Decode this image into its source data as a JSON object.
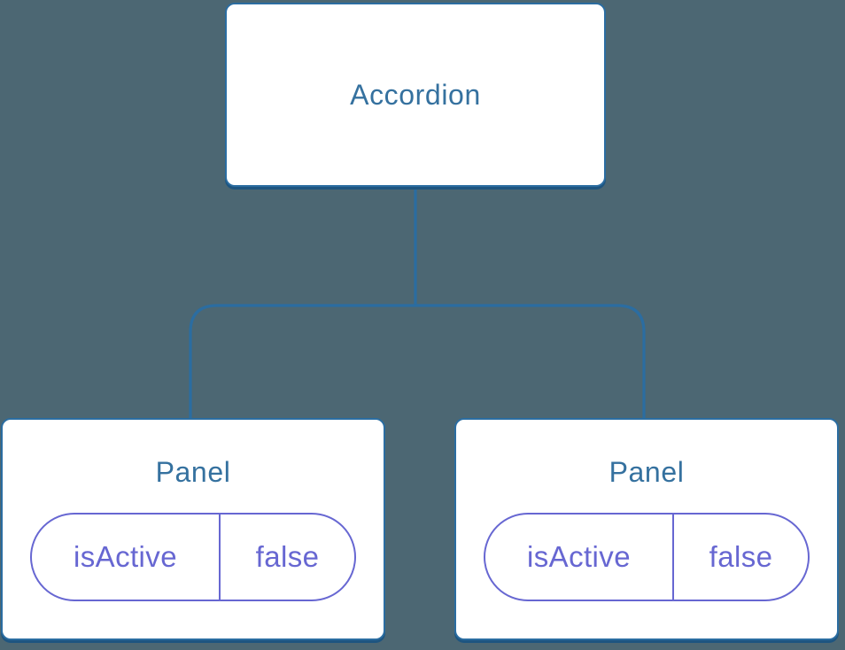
{
  "colors": {
    "background": "#4C6773",
    "card-bg": "#FFFFFF",
    "card-border": "#2B6DA1",
    "card-shadow": "#1E5580",
    "connector": "#2B6DA1",
    "title-text": "#35719F",
    "state": "#6767D2"
  },
  "tree": {
    "root": {
      "label": "Accordion"
    },
    "children": [
      {
        "label": "Panel",
        "state": {
          "key": "isActive",
          "value": "false"
        }
      },
      {
        "label": "Panel",
        "state": {
          "key": "isActive",
          "value": "false"
        }
      }
    ]
  }
}
